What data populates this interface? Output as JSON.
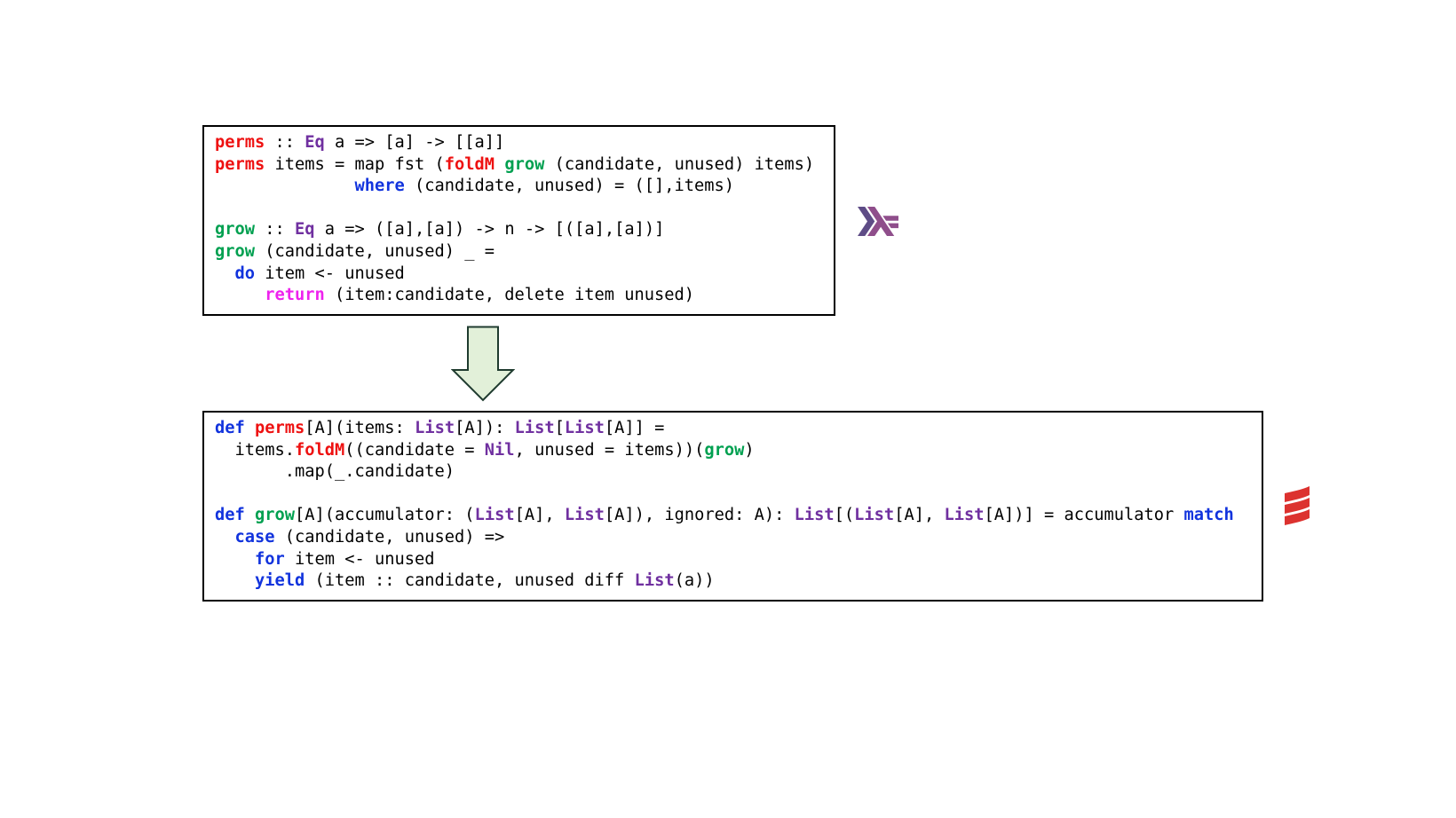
{
  "colors": {
    "text": "#000000",
    "keyword_red": "#ee1111",
    "type_purple": "#7030a0",
    "fn_green": "#00a050",
    "keyword_blue": "#1133dd",
    "return_magenta": "#ee22ee",
    "arrow_fill": "#e2f0d9",
    "arrow_stroke": "#1f3b2f",
    "haskell_logo": "#5e4c86",
    "haskell_logo_light": "#8f4e8b",
    "scala_logo": "#dc322f"
  },
  "haskell": {
    "logo_icon": "haskell-logo-icon",
    "lines": [
      [
        {
          "t": "perms",
          "c": "keyword_red",
          "b": true
        },
        {
          "t": " :: "
        },
        {
          "t": "Eq",
          "c": "type_purple",
          "b": true
        },
        {
          "t": " a => [a] -> [[a]]"
        }
      ],
      [
        {
          "t": "perms",
          "c": "keyword_red",
          "b": true
        },
        {
          "t": " items = map fst ("
        },
        {
          "t": "foldM",
          "c": "keyword_red",
          "b": true
        },
        {
          "t": " "
        },
        {
          "t": "grow",
          "c": "fn_green",
          "b": true
        },
        {
          "t": " (candidate, unused) items)"
        }
      ],
      [
        {
          "t": "              "
        },
        {
          "t": "where",
          "c": "keyword_blue",
          "b": true
        },
        {
          "t": " (candidate, unused) = ([],items)"
        }
      ],
      [],
      [
        {
          "t": "grow",
          "c": "fn_green",
          "b": true
        },
        {
          "t": " :: "
        },
        {
          "t": "Eq",
          "c": "type_purple",
          "b": true
        },
        {
          "t": " a => ([a],[a]) -> n -> [([a],[a])]"
        }
      ],
      [
        {
          "t": "grow",
          "c": "fn_green",
          "b": true
        },
        {
          "t": " (candidate, unused) _ ="
        }
      ],
      [
        {
          "t": "  "
        },
        {
          "t": "do",
          "c": "keyword_blue",
          "b": true
        },
        {
          "t": " item <- unused"
        }
      ],
      [
        {
          "t": "     "
        },
        {
          "t": "return",
          "c": "return_magenta",
          "b": true
        },
        {
          "t": " (item:candidate, delete item unused)"
        }
      ]
    ]
  },
  "scala": {
    "logo_icon": "scala-logo-icon",
    "lines": [
      [
        {
          "t": "def",
          "c": "keyword_blue",
          "b": true
        },
        {
          "t": " "
        },
        {
          "t": "perms",
          "c": "keyword_red",
          "b": true
        },
        {
          "t": "[A](items: "
        },
        {
          "t": "List",
          "c": "type_purple",
          "b": true
        },
        {
          "t": "[A]): "
        },
        {
          "t": "List",
          "c": "type_purple",
          "b": true
        },
        {
          "t": "["
        },
        {
          "t": "List",
          "c": "type_purple",
          "b": true
        },
        {
          "t": "[A]] ="
        }
      ],
      [
        {
          "t": "  items."
        },
        {
          "t": "foldM",
          "c": "keyword_red",
          "b": true
        },
        {
          "t": "((candidate = "
        },
        {
          "t": "Nil",
          "c": "type_purple",
          "b": true
        },
        {
          "t": ", unused = items))("
        },
        {
          "t": "grow",
          "c": "fn_green",
          "b": true
        },
        {
          "t": ")"
        }
      ],
      [
        {
          "t": "       .map(_.candidate)"
        }
      ],
      [],
      [
        {
          "t": "def",
          "c": "keyword_blue",
          "b": true
        },
        {
          "t": " "
        },
        {
          "t": "grow",
          "c": "fn_green",
          "b": true
        },
        {
          "t": "[A](accumulator: ("
        },
        {
          "t": "List",
          "c": "type_purple",
          "b": true
        },
        {
          "t": "[A], "
        },
        {
          "t": "List",
          "c": "type_purple",
          "b": true
        },
        {
          "t": "[A]), ignored: A): "
        },
        {
          "t": "List",
          "c": "type_purple",
          "b": true
        },
        {
          "t": "[("
        },
        {
          "t": "List",
          "c": "type_purple",
          "b": true
        },
        {
          "t": "[A], "
        },
        {
          "t": "List",
          "c": "type_purple",
          "b": true
        },
        {
          "t": "[A])] = accumulator "
        },
        {
          "t": "match",
          "c": "keyword_blue",
          "b": true
        }
      ],
      [
        {
          "t": "  "
        },
        {
          "t": "case",
          "c": "keyword_blue",
          "b": true
        },
        {
          "t": " (candidate, unused) =>"
        }
      ],
      [
        {
          "t": "    "
        },
        {
          "t": "for",
          "c": "keyword_blue",
          "b": true
        },
        {
          "t": " item <- unused"
        }
      ],
      [
        {
          "t": "    "
        },
        {
          "t": "yield",
          "c": "keyword_blue",
          "b": true
        },
        {
          "t": " (item :: candidate, unused diff "
        },
        {
          "t": "List",
          "c": "type_purple",
          "b": true
        },
        {
          "t": "(a))"
        }
      ]
    ]
  },
  "arrow_icon": "down-arrow-icon"
}
